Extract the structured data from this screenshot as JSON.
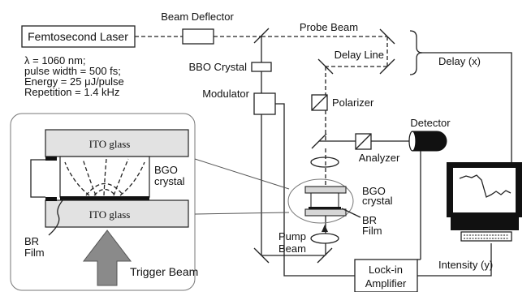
{
  "labels": {
    "femtosecond_laser": "Femtosecond Laser",
    "beam_deflector": "Beam Deflector",
    "probe_beam": "Probe Beam",
    "bbo_crystal": "BBO Crystal",
    "delay_line": "Delay Line",
    "delay_x": "Delay (x)",
    "modulator": "Modulator",
    "polarizer": "Polarizer",
    "detector": "Detector",
    "analyzer": "Analyzer",
    "pump_beam_1": "Pump",
    "pump_beam_2": "Beam",
    "lockin_1": "Lock-in",
    "lockin_2": "Amplifier",
    "intensity_y": "Intensity (y)",
    "bgo_crystal_main_1": "BGO",
    "bgo_crystal_main_2": "crystal",
    "br_film_main_1": "BR",
    "br_film_main_2": "Film",
    "bgo_crystal_inset_1": "BGO",
    "bgo_crystal_inset_2": "crystal",
    "br_film_inset_1": "BR",
    "br_film_inset_2": "Film",
    "ito_glass_top": "ITO glass",
    "ito_glass_bottom": "ITO glass",
    "trigger_beam": "Trigger Beam"
  },
  "specs": {
    "wavelength": "λ = 1060 nm;",
    "pulse_width": "pulse width = 500 fs;",
    "energy": "Energy = 25 μJ/pulse",
    "repetition": "Repetition = 1.4 kHz"
  }
}
